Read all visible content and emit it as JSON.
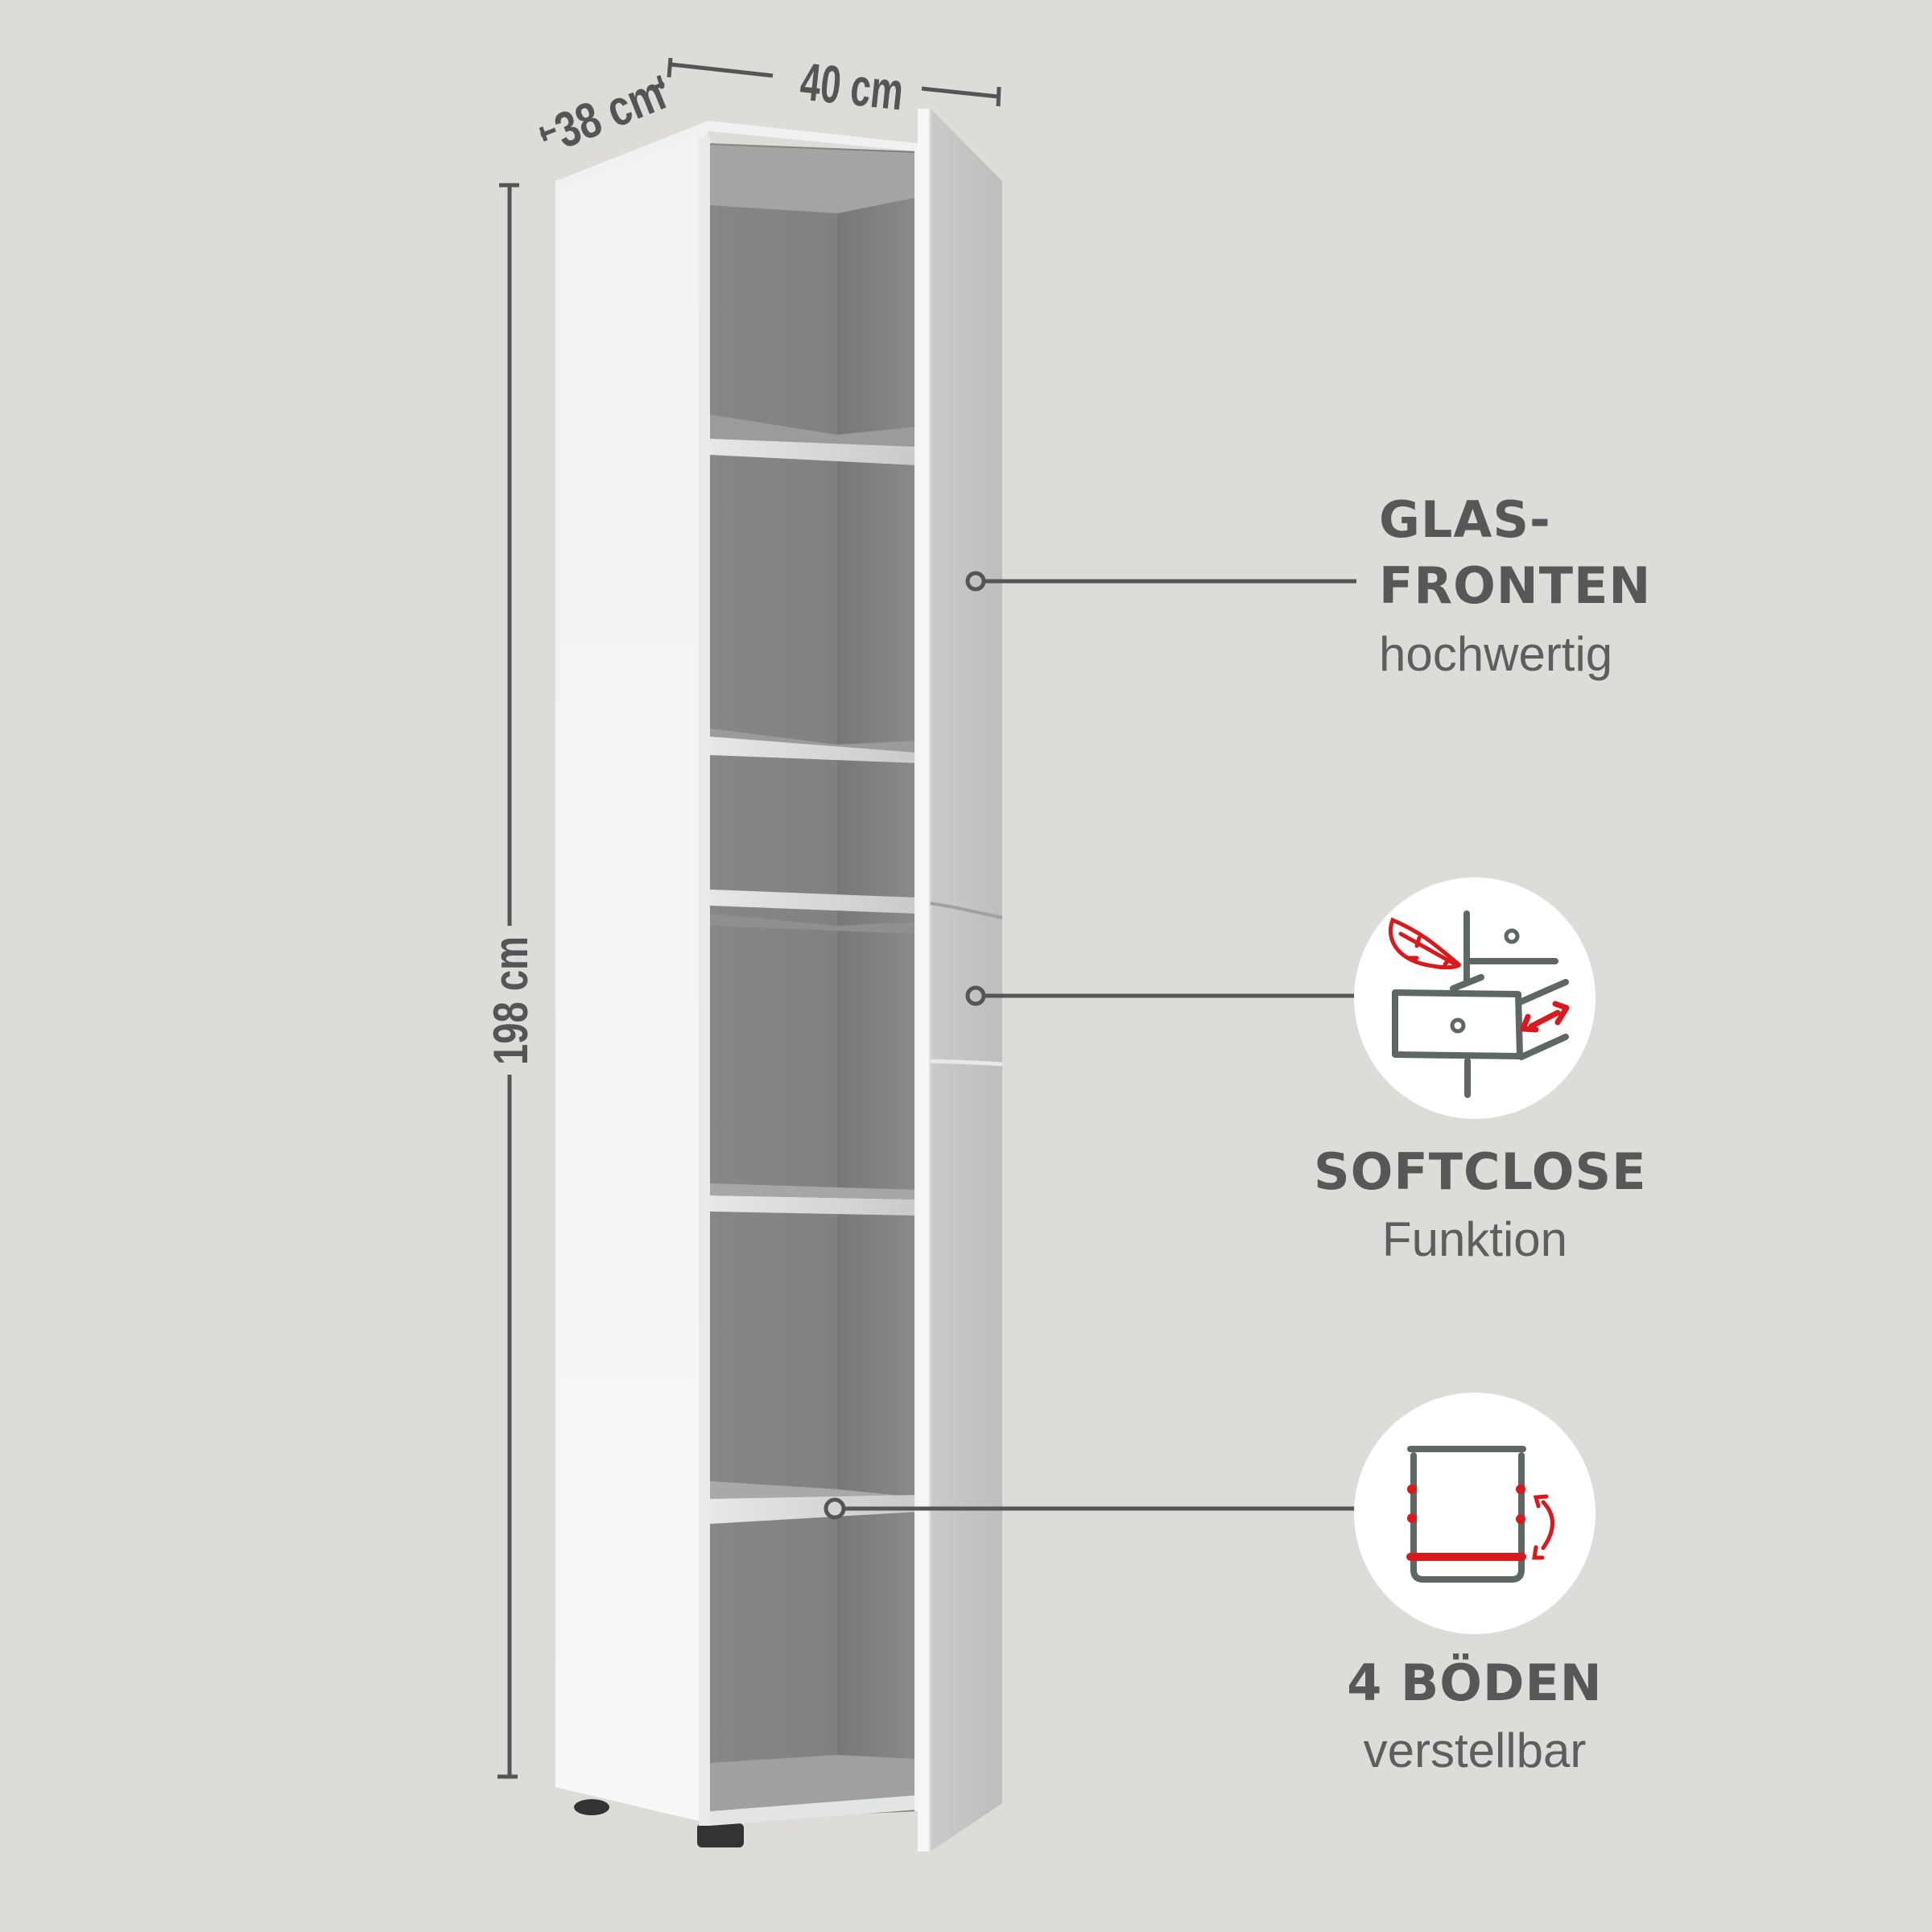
{
  "product": {
    "type": "tall bathroom cabinet",
    "shelf_count_visible": 5,
    "colors": {
      "background": "#dddcd9",
      "cabinet_white": "#f4f5f5",
      "interior_gray": "#7f807f",
      "door_gray": "#c6c7c6",
      "annotation": "#575757",
      "accent_red": "#d9191c"
    }
  },
  "dimensions": {
    "depth": "38 cm",
    "width": "40 cm",
    "height": "198 cm"
  },
  "features": [
    {
      "id": "glass-fronts",
      "title_line1": "GLAS-",
      "title_line2": "FRONTEN",
      "subtitle": "hochwertig",
      "icon": null
    },
    {
      "id": "softclose",
      "title": "SOFTCLOSE",
      "subtitle": "Funktion",
      "icon": "softclose-hinge-feather-icon"
    },
    {
      "id": "shelves",
      "title": "4 BÖDEN",
      "subtitle": "verstellbar",
      "icon": "adjustable-shelf-icon"
    }
  ]
}
